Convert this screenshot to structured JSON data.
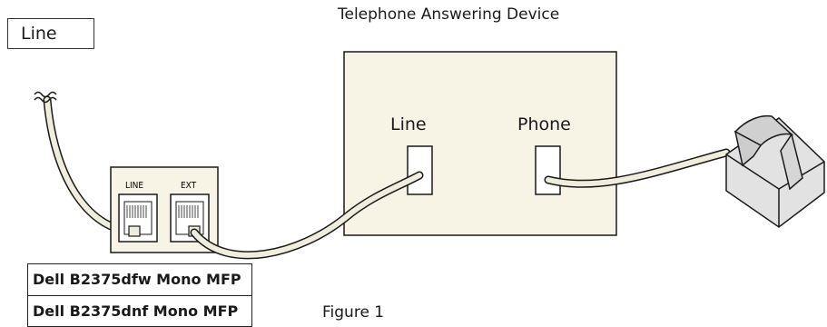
{
  "line_label": "Line",
  "tad": {
    "title": "Telephone Answering Device",
    "line_port_label": "Line",
    "phone_port_label": "Phone"
  },
  "mfp": {
    "line_port_label": "LINE",
    "ext_port_label": "EXT",
    "models": [
      "Dell B2375dfw Mono MFP",
      "Dell B2375dnf Mono MFP"
    ]
  },
  "figure_caption": "Figure 1",
  "colors": {
    "device_fill": "#f7f4e6",
    "cable_fill": "#efeddb",
    "handset_fill": "#e2e2e2",
    "stroke": "#1a1a1a"
  }
}
